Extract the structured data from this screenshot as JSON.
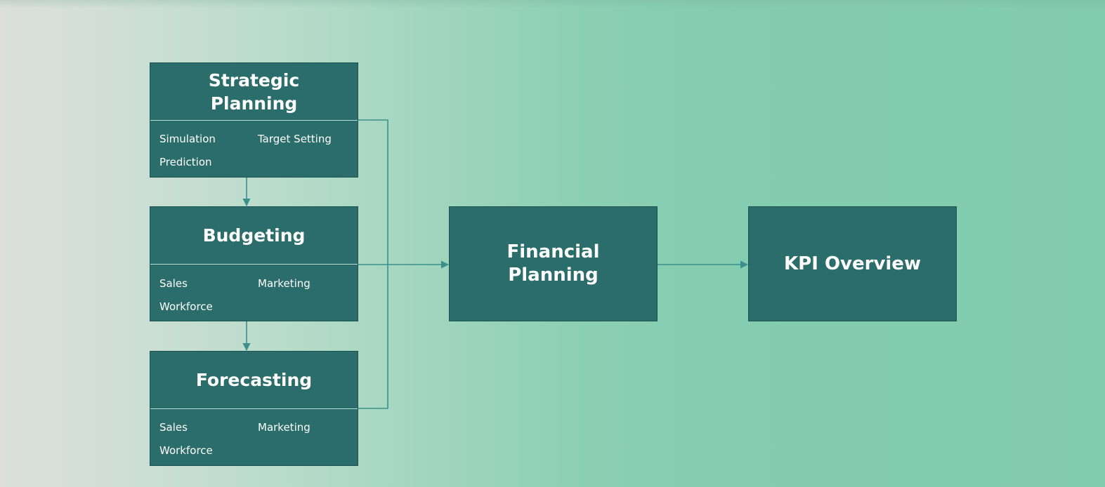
{
  "nodes": {
    "strategic_planning": {
      "title_line1": "Strategic",
      "title_line2": "Planning",
      "items": [
        "Simulation",
        "Target Setting",
        "Prediction"
      ]
    },
    "budgeting": {
      "title": "Budgeting",
      "items": [
        "Sales",
        "Marketing",
        "Workforce"
      ]
    },
    "forecasting": {
      "title": "Forecasting",
      "items": [
        "Sales",
        "Marketing",
        "Workforce"
      ]
    },
    "financial_planning": {
      "title_line1": "Financial",
      "title_line2": "Planning"
    },
    "kpi_overview": {
      "title": "KPI Overview"
    }
  },
  "colors": {
    "box_fill": "#2a6d6b",
    "connector": "#3b8f8c",
    "text": "#ffffff"
  }
}
